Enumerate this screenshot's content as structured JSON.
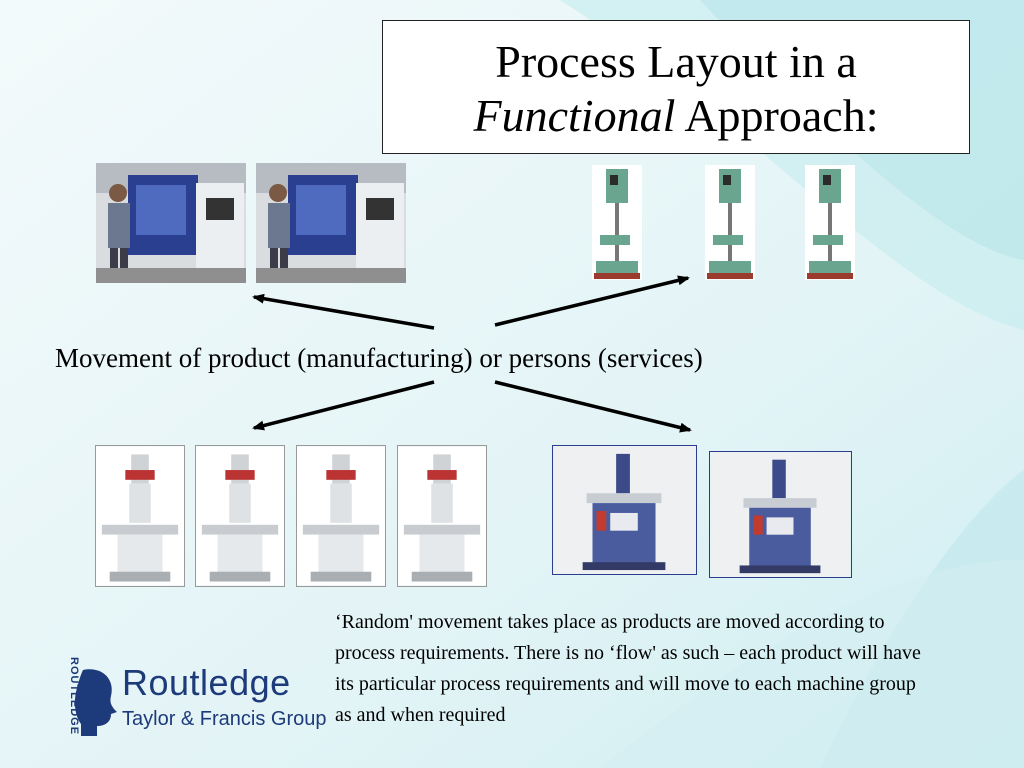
{
  "title": {
    "line1": "Process Layout in a",
    "line2_italic": "Functional",
    "line2_rest": " Approach:"
  },
  "movement_label": "Movement of product (manufacturing) or persons (services)",
  "description": "‘Random' movement takes place as products are moved according to process requirements. There is no ‘flow' as such – each product will have its particular process requirements and will move to each machine group as and when required",
  "logo": {
    "name": "Routledge",
    "subtitle": "Taylor & Francis Group",
    "vertical": "ROUTLEDGE"
  },
  "images": {
    "lathes": [
      "lathe-machine-image",
      "lathe-machine-image"
    ],
    "drills": [
      "drill-press-image",
      "drill-press-image",
      "drill-press-image"
    ],
    "mills": [
      "milling-machine-image",
      "milling-machine-image",
      "milling-machine-image",
      "milling-machine-image"
    ],
    "grinders": [
      "grinder-machine-image",
      "grinder-machine-image"
    ]
  },
  "colors": {
    "logo_blue": "#1d3a7a",
    "background_teal": "#bfe6ea"
  }
}
